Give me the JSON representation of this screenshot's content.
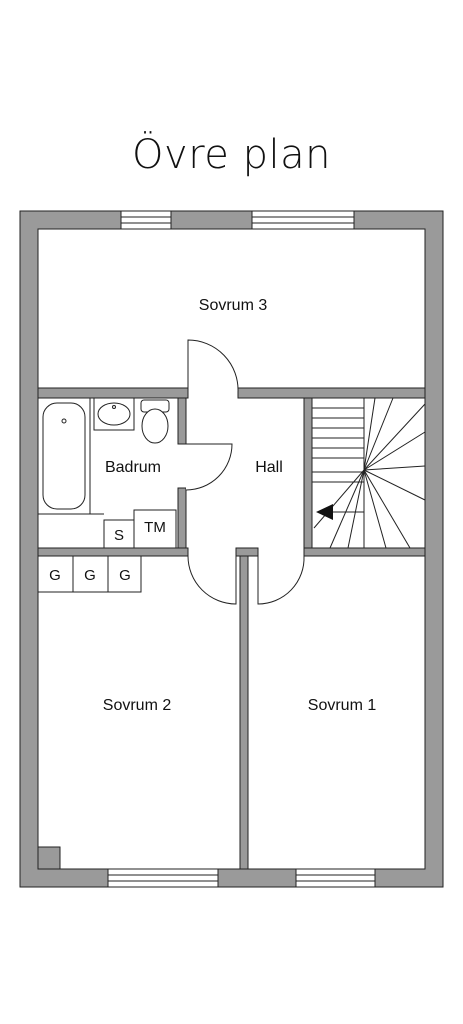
{
  "title": "Övre plan",
  "rooms": {
    "sovrum3": "Sovrum 3",
    "badrum": "Badrum",
    "hall": "Hall",
    "sovrum2": "Sovrum 2",
    "sovrum1": "Sovrum 1"
  },
  "fixtures": {
    "s": "S",
    "tm": "TM",
    "g": [
      "G",
      "G",
      "G"
    ]
  },
  "colors": {
    "wall": "#9a9a9a",
    "outline": "#222222",
    "background": "#ffffff"
  }
}
